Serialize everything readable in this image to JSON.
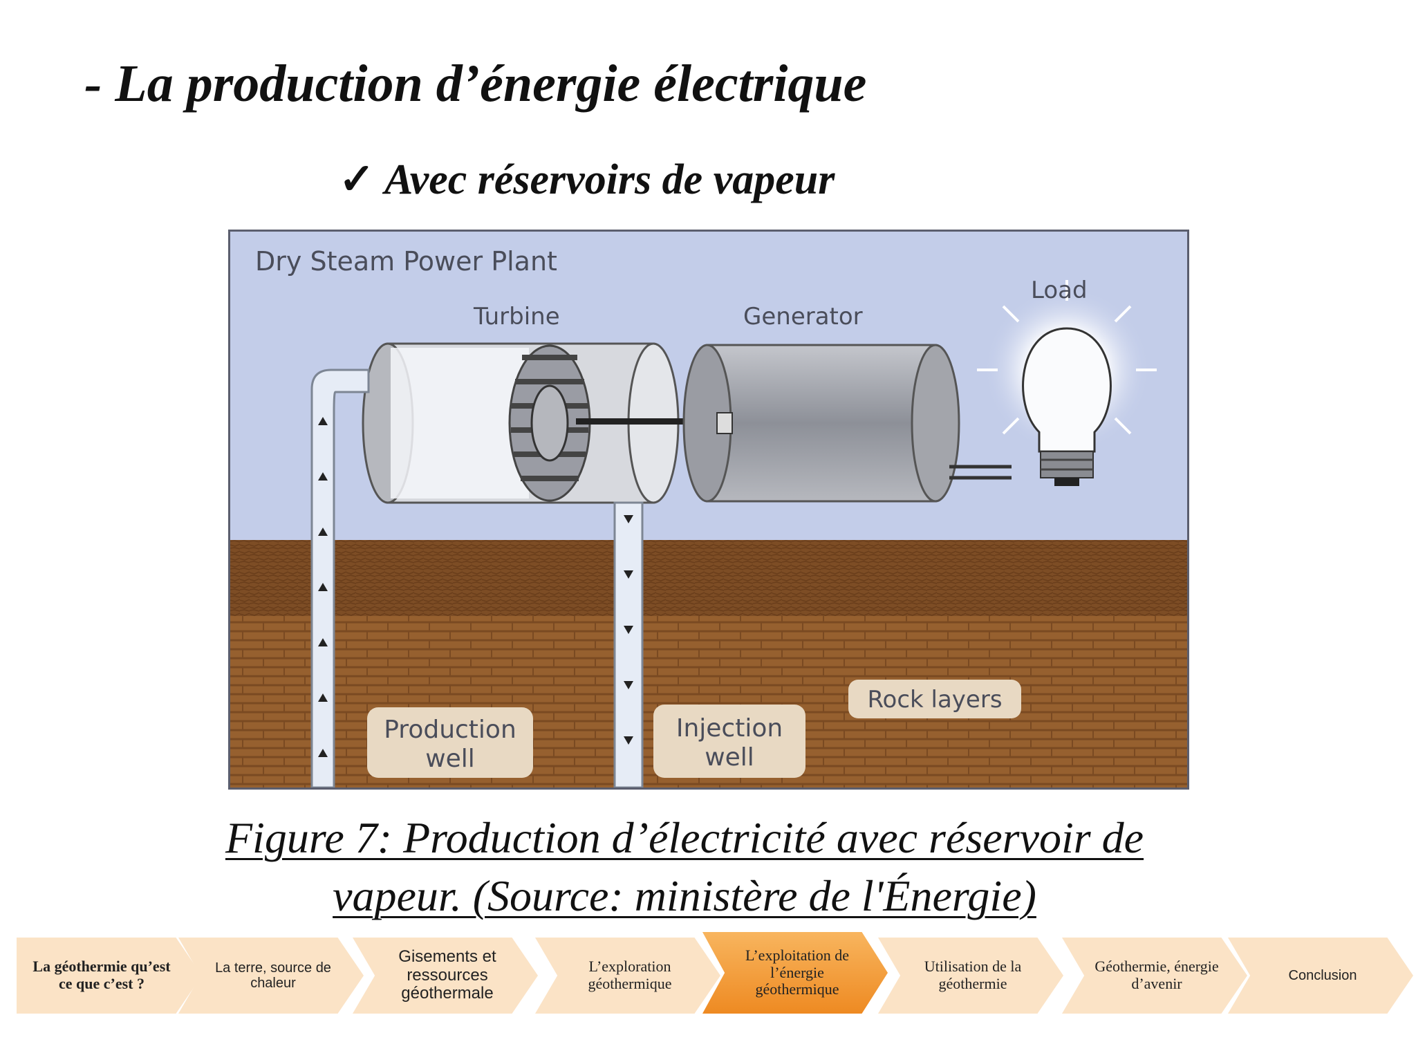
{
  "slide": {
    "title": "- La production d’énergie électrique",
    "subtitle": "Avec réservoirs de vapeur",
    "check_glyph": "✓"
  },
  "diagram": {
    "title": "Dry Steam Power Plant",
    "labels": {
      "turbine": "Turbine",
      "generator": "Generator",
      "load": "Load",
      "rock_layers": "Rock layers",
      "production_well_1": "Production",
      "production_well_2": "well",
      "injection_well_1": "Injection",
      "injection_well_2": "well"
    },
    "colors": {
      "sky": "#c3cde9",
      "ground_top": "#7a4a22",
      "ground_bottom": "#9c6434",
      "pipe": "#e6ecf6",
      "label_box": "#e8d9c3"
    }
  },
  "caption": {
    "line1": " Figure 7: Production d’électricité avec réservoir de",
    "line2": "vapeur. (Source: ministère de l'Énergie)"
  },
  "nav": {
    "steps": [
      {
        "label": "La géothermie qu’est ce que c’est ?",
        "active": false
      },
      {
        "label": "La terre, source de chaleur",
        "active": false
      },
      {
        "label": "Gisements et ressources géothermale",
        "active": false
      },
      {
        "label": "L’exploration géothermique",
        "active": false
      },
      {
        "label": "L’exploitation de l’énergie géothermique",
        "active": true
      },
      {
        "label": "Utilisation de la géothermie",
        "active": false
      },
      {
        "label": "Géothermie, énergie d’avenir",
        "active": false
      },
      {
        "label": "Conclusion",
        "active": false
      }
    ],
    "colors": {
      "step": "#fbe3c6",
      "active": "#f29a34"
    }
  }
}
